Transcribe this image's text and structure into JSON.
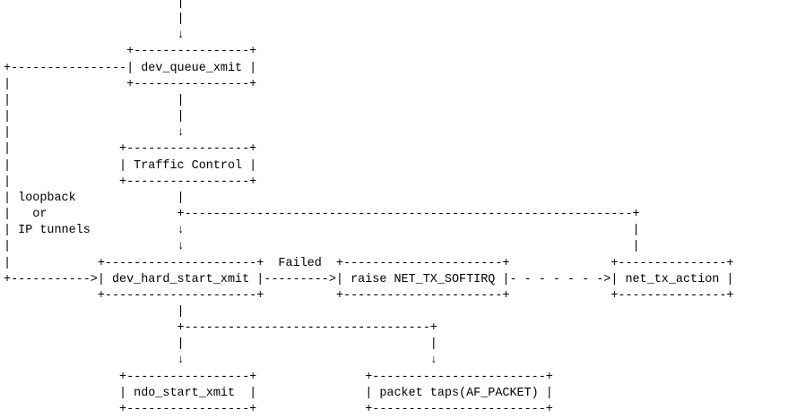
{
  "diagram": {
    "lines": [
      "                        |",
      "                        |",
      "                        ↓",
      "                 +----------------+",
      "+----------------| dev_queue_xmit |",
      "|                +----------------+",
      "|                       |",
      "|                       |",
      "|                       ↓",
      "|               +-----------------+",
      "|               | Traffic Control |",
      "|               +-----------------+",
      "| loopback              |",
      "|   or                  +--------------------------------------------------------------+",
      "| IP tunnels            ↓                                                              |",
      "|                       ↓                                                              |",
      "|            +---------------------+  Failed  +----------------------+              +---------------+",
      "+----------->| dev_hard_start_xmit |--------->| raise NET_TX_SOFTIRQ |- - - - - - ->| net_tx_action |",
      "             +---------------------+          +----------------------+              +---------------+",
      "                        |",
      "                        +----------------------------------+",
      "                        |                                  |",
      "                        ↓                                  ↓",
      "                +-----------------+               +------------------------+",
      "                | ndo_start_xmit  |               | packet taps(AF_PACKET) |",
      "                +-----------------+               +------------------------+"
    ]
  }
}
